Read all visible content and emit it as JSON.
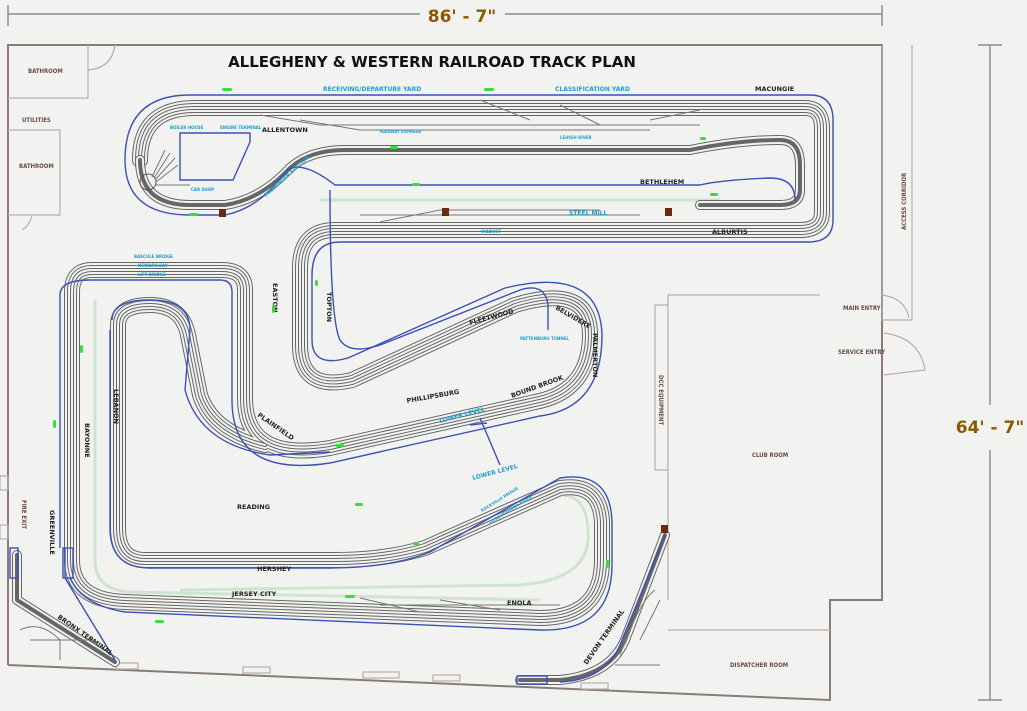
{
  "title": "ALLEGHENY & WESTERN RAILROAD TRACK PLAN",
  "dimensions": {
    "width": "86' - 7\"",
    "height": "64' - 7\""
  },
  "rooms": {
    "bathroom_1": "BATHROOM",
    "utilities": "UTILITIES",
    "bathroom_2": "BATHROOM",
    "access_corridor": "ACCESS CORRIDOR",
    "main_entry": "MAIN ENTRY",
    "service_entry": "SERVICE ENTRY",
    "dcc_equipment": "DCC EQUIPMENT",
    "club_room": "CLUB ROOM",
    "dispatcher_room": "DISPATCHER ROOM",
    "fire_exit": "FIRE EXIT"
  },
  "towns": {
    "allentown": "ALLENTOWN",
    "macungie": "MACUNGIE",
    "bethlehem": "BETHLEHEM",
    "alburtis": "ALBURTIS",
    "easton": "EASTON",
    "topton": "TOPTON",
    "fleetwood": "FLEETWOOD",
    "belvidere": "BELVIDERE",
    "palmerton": "PALMERTON",
    "phillipsburg": "PHILLIPSBURG",
    "bound_brook": "BOUND BROOK",
    "plainfield": "PLAINFIELD",
    "lebanon": "LEBANON",
    "bayonne": "BAYONNE",
    "greenville": "GREENVILLE",
    "reading": "READING",
    "hershey": "HERSHEY",
    "jersey_city": "JERSEY CITY",
    "enola": "ENOLA",
    "bronx_terminal": "BRONX TERMINAL",
    "devon_terminal": "DEVON TERMINAL"
  },
  "features": {
    "receiving_yard": "RECEIVING/DEPARTURE YARD",
    "classification_yard": "CLASSIFICATION YARD",
    "boiler_house": "BOILER HOUSE",
    "engine_terminal": "ENGINE TERMINAL",
    "car_shop": "CAR SHOP",
    "passenger_station": "PASSENGER STATION",
    "railway_express": "RAILWAY EXPRESS",
    "lehigh_river": "LEHIGH RIVER",
    "steel_mill": "STEEL MILL",
    "viaduct": "VIADUCT",
    "bascule_bridge": "BASCULE BRIDGE",
    "newark_bay": "NEWARK BAY",
    "lift_bridge": "LIFT BRIDGE",
    "pattenburg_tunnel": "PATTENBURG TUNNEL",
    "lower_level_1": "LOWER LEVEL",
    "lower_level_2": "LOWER LEVEL",
    "rockville_bridge": "ROCKVILLE BRIDGE",
    "susquehanna_river": "SUSQUEHANNA RIVER"
  },
  "colors": {
    "fascia": "#3b4fb8",
    "feature_label": "#1a9fd0",
    "dimension_label": "#8a5a00",
    "control_panel": "#6b2a10"
  }
}
